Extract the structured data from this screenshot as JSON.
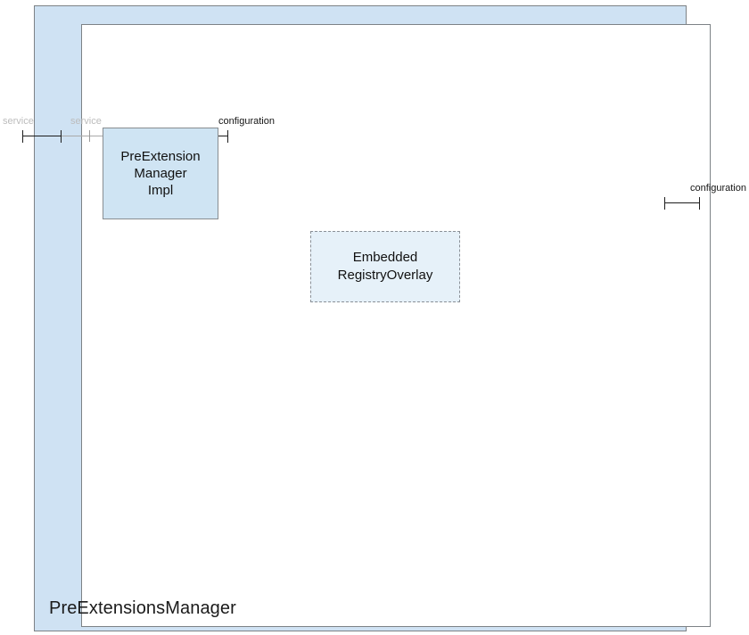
{
  "diagram": {
    "type": "component-diagram",
    "title": "PreExtensionsManager",
    "frame": {
      "name": "PreExtensionsManager",
      "border_color": "#7d8286",
      "band_color": "#cfe2f3",
      "inner_background": "#ffffff"
    },
    "components": [
      {
        "id": "preextensionmanagerimpl",
        "label": "PreExtension\nManager\nImpl",
        "style": "solid",
        "fill": "#cfe4f3",
        "border": "#888d91"
      },
      {
        "id": "embeddedregistryoverlay",
        "label": "Embedded\nRegistryOverlay",
        "style": "dashed",
        "fill": "#e6f1f9",
        "border": "#8a9097"
      }
    ],
    "ports": [
      {
        "id": "port-service-outer",
        "label": "service",
        "state": "muted",
        "color": "#bcbcbc"
      },
      {
        "id": "port-service-inner",
        "label": "service",
        "state": "muted",
        "color": "#bcbcbc"
      },
      {
        "id": "port-configuration-impl",
        "label": "configuration",
        "state": "strong",
        "color": "#151515"
      },
      {
        "id": "port-configuration-frame",
        "label": "configuration",
        "state": "strong",
        "color": "#151515"
      }
    ]
  }
}
